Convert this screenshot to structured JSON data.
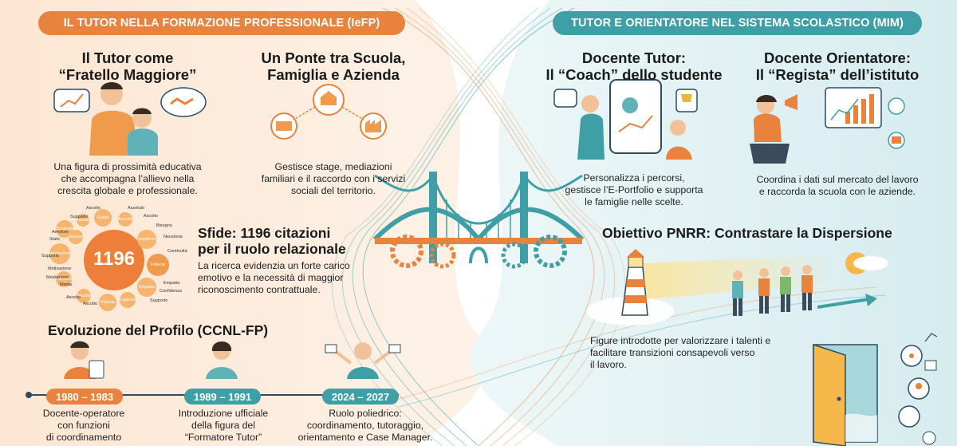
{
  "left_section": {
    "header": "IL TUTOR NELLA FORMAZIONE PROFESSIONALE (IeFP)",
    "card1": {
      "title_line1": "Il Tutor come",
      "title_line2": "“Fratello Maggiore”",
      "desc_line1": "Una figura di prossimità educativa",
      "desc_line2": "che accompagna l’allievo nella",
      "desc_line3": "crescita globale e professionale."
    },
    "card2": {
      "title_line1": "Un Ponte tra Scuola,",
      "title_line2": "Famiglia e Azienda",
      "desc_line1": "Gestisce stage, mediazioni",
      "desc_line2": "familiari e il raccordo con i servizi",
      "desc_line3": "sociali del territorio."
    },
    "challenges": {
      "big_number": "1196",
      "title_line1": "Sfide: 1196 citazioni",
      "title_line2": "per il ruolo relazionale",
      "desc_line1": "La ricerca evidenzia un forte carico",
      "desc_line2": "emotivo e la necessità di maggior",
      "desc_line3": "riconoscimento contrattuale.",
      "bubble_words": [
        "Supporto",
        "Ascolto",
        "Ascolto",
        "Supporto",
        "Mediazione",
        "Fiducia",
        "Coordinamento",
        "Empatia",
        "Ascolto",
        "Fiducia",
        "Supporto",
        "Guida",
        "Motivazione"
      ],
      "outer_words": [
        "Supporto",
        "Ascolto",
        "Assoluto",
        "Ascolto",
        "Bisogno",
        "Aerolore",
        "Stato",
        "Neustoria",
        "Supporto",
        "Continuità",
        "Mediazione",
        "Empatia",
        "Media",
        "Confidenza",
        "Ascolto",
        "Supporto",
        "Ascolto",
        "Motivazione"
      ]
    },
    "evolution": {
      "title": "Evoluzione del Profilo (CCNL-FP)",
      "steps": [
        {
          "years": "1980 – 1983",
          "line1": "Docente-operatore",
          "line2": "con funzioni",
          "line3": "di coordinamento"
        },
        {
          "years": "1989 – 1991",
          "line1": "Introduzione ufficiale",
          "line2": "della figura del",
          "line3": "“Formatore Tutor”"
        },
        {
          "years": "2024 – 2027",
          "line1": "Ruolo poliedrico:",
          "line2": "coordinamento, tutoraggio,",
          "line3": "orientamento e Case Manager."
        }
      ]
    }
  },
  "right_section": {
    "header": "TUTOR E ORIENTATORE NEL SISTEMA SCOLASTICO (MIM)",
    "card1": {
      "title_line1": "Docente Tutor:",
      "title_line2": "Il “Coach” dello studente",
      "desc_line1": "Personalizza i percorsi,",
      "desc_line2": "gestisce l’E-Portfolio e supporta",
      "desc_line3": "le famiglie nelle scelte."
    },
    "card2": {
      "title_line1": "Docente Orientatore:",
      "title_line2": "Il “Regista” dell’istituto",
      "desc_line1": "Coordina i dati sul mercato del lavoro",
      "desc_line2": "e raccorda la scuola con le aziende."
    },
    "pnrr": {
      "title": "Obiettivo PNRR: Contrastare la Dispersione",
      "desc_line1": "Figure introdotte per valorizzare i talenti e",
      "desc_line2": "facilitare transizioni consapevoli verso",
      "desc_line3": "il lavoro."
    }
  },
  "colors": {
    "orange": "#e9823c",
    "teal": "#3e9fa6",
    "left_bg": "#fdeee2",
    "right_bg": "#e3f2f4",
    "bubble": "#f6b46e",
    "text": "#1a1a1a"
  },
  "icons": [
    "chart-icon",
    "handshake-icon",
    "house-icon",
    "school-icon",
    "factory-icon",
    "chat-icon",
    "trophy-icon",
    "megaphone-icon",
    "chart-board-icon",
    "briefcase-icon",
    "lighthouse-icon",
    "sun-icon",
    "door-icon",
    "network-icon",
    "person-target-icon",
    "bridge-gears-icon"
  ]
}
